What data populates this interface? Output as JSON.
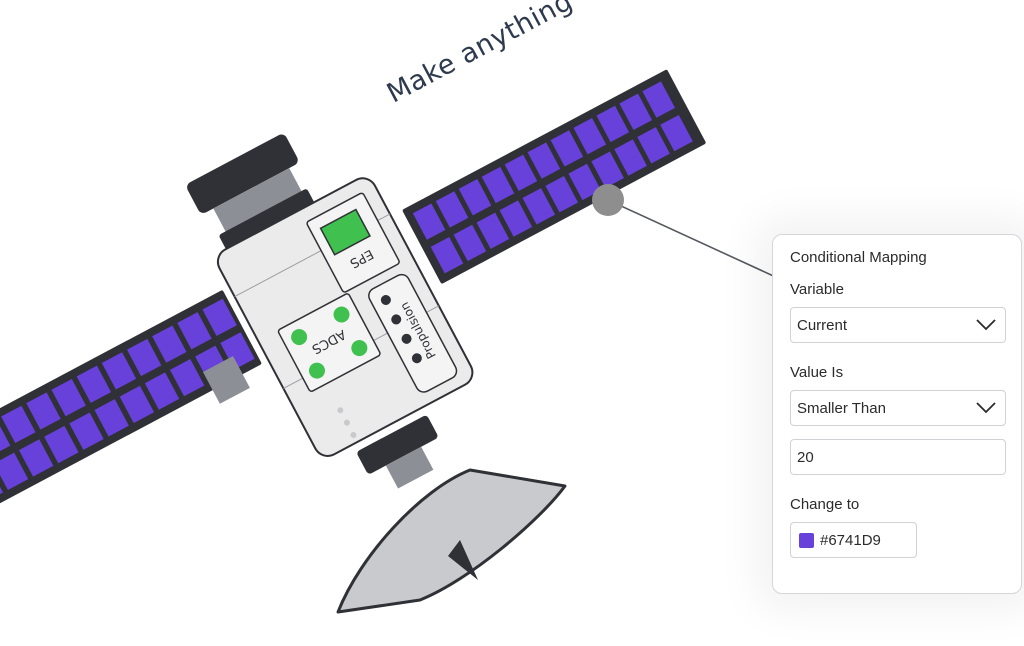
{
  "tagline": "Make anything dynamic!",
  "satellite": {
    "modules": {
      "eps": "EPS",
      "adcs": "ADCS",
      "propulsion": "Propulsion"
    }
  },
  "panel": {
    "title": "Conditional Mapping",
    "variable_label": "Variable",
    "variable_value": "Current",
    "value_is_label": "Value Is",
    "value_is_value": "Smaller Than",
    "threshold_value": "20",
    "change_to_label": "Change to",
    "change_to_value": "#6741D9"
  },
  "colors": {
    "solar_cell": "#6741D9",
    "panel_frame": "#2f3136",
    "body": "#e9e9e9",
    "led_green": "#3fc04f",
    "connector": "#6b6f75"
  }
}
